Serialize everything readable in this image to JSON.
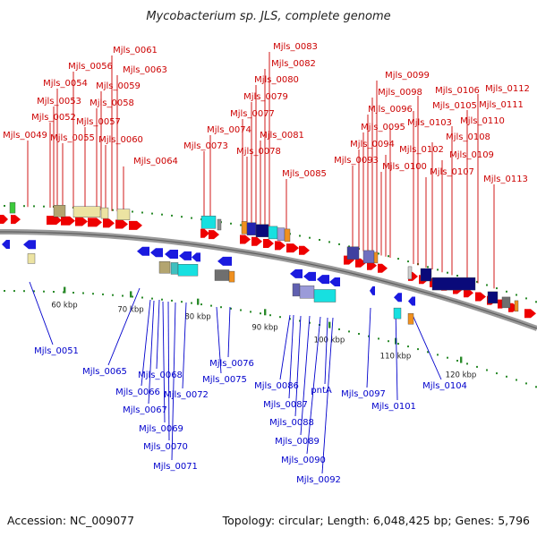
{
  "title": "Mycobacterium sp. JLS, complete genome",
  "accession": "Accession: NC_009077",
  "topology": "Topology: circular; Length: 6,048,425 bp; Genes: 5,796",
  "colors": {
    "forward_gene": "#ee0000",
    "reverse_gene": "#1a1adf",
    "forward_label": "#cc0000",
    "reverse_label": "#0000cc",
    "backbone": "#888888",
    "kbp_tick": "#2a8a2a"
  },
  "kbp_ticks": [
    "60 kbp",
    "70 kbp",
    "80 kbp",
    "90 kbp",
    "100 kbp",
    "110 kbp",
    "120 kbp"
  ],
  "forward_genes": [
    "Mjls_0049",
    "Mjls_0052",
    "Mjls_0053",
    "Mjls_0054",
    "Mjls_0055",
    "Mjls_0056",
    "Mjls_0057",
    "Mjls_0058",
    "Mjls_0059",
    "Mjls_0060",
    "Mjls_0061",
    "Mjls_0063",
    "Mjls_0064",
    "Mjls_0073",
    "Mjls_0074",
    "Mjls_0077",
    "Mjls_0078",
    "Mjls_0079",
    "Mjls_0080",
    "Mjls_0081",
    "Mjls_0082",
    "Mjls_0083",
    "Mjls_0085",
    "Mjls_0093",
    "Mjls_0094",
    "Mjls_0095",
    "Mjls_0096",
    "Mjls_0098",
    "Mjls_0099",
    "Mjls_0100",
    "Mjls_0102",
    "Mjls_0103",
    "Mjls_0105",
    "Mjls_0106",
    "Mjls_0107",
    "Mjls_0108",
    "Mjls_0109",
    "Mjls_0110",
    "Mjls_0111",
    "Mjls_0112",
    "Mjls_0113"
  ],
  "reverse_genes": [
    "Mjls_0051",
    "Mjls_0065",
    "Mjls_0066",
    "Mjls_0067",
    "Mjls_0068",
    "Mjls_0069",
    "Mjls_0070",
    "Mjls_0071",
    "Mjls_0072",
    "Mjls_0075",
    "Mjls_0076",
    "Mjls_0086",
    "Mjls_0087",
    "Mjls_0088",
    "Mjls_0089",
    "Mjls_0090",
    "Mjls_0092",
    "pntA",
    "Mjls_0097",
    "Mjls_0101",
    "Mjls_0104"
  ]
}
